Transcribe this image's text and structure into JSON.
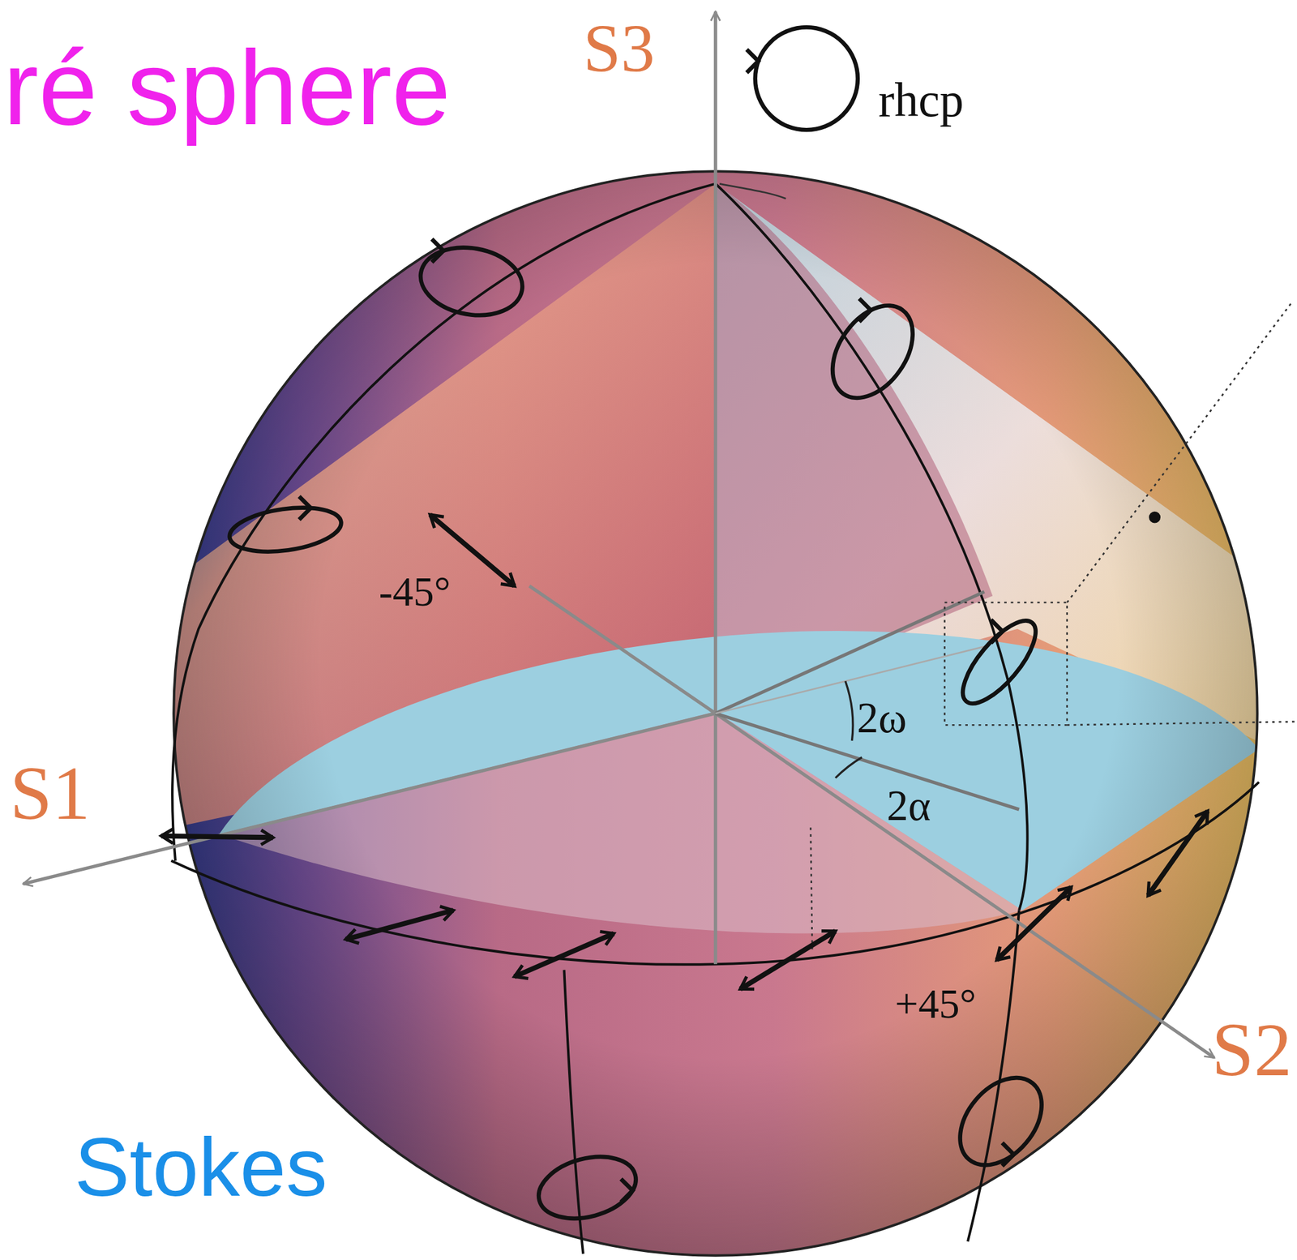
{
  "diagram": {
    "title": "ré sphere",
    "labels": [
      "S3",
      "rhcp",
      "-45°",
      "2ω",
      "2α",
      "S1",
      "+45°",
      "S2",
      "Stokes"
    ]
  }
}
